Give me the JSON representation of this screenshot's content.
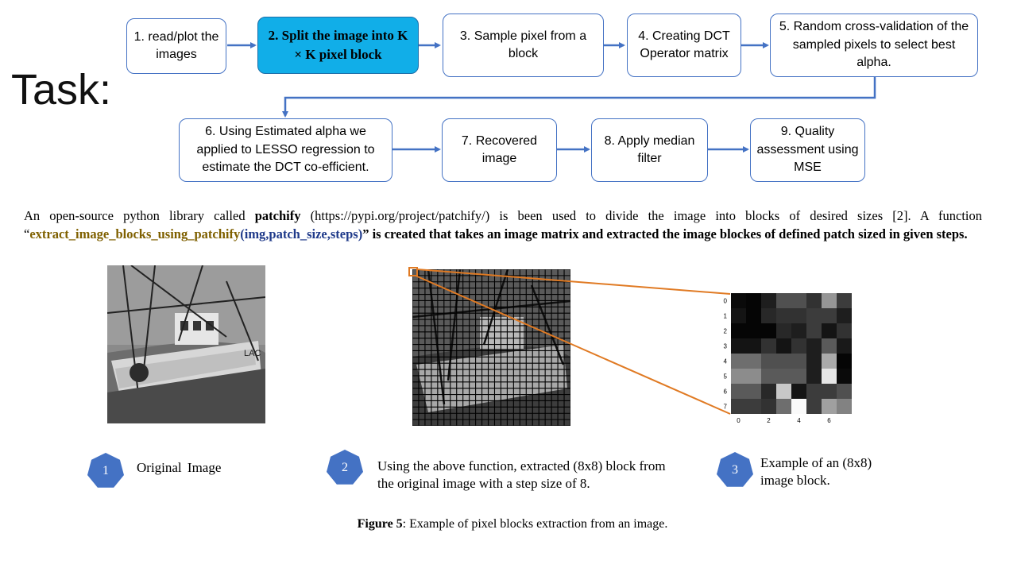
{
  "title": "Task:",
  "steps": [
    {
      "label": "1. read/plot the images"
    },
    {
      "label": "2. Split the image into K × K  pixel block"
    },
    {
      "label": "3. Sample pixel from a block"
    },
    {
      "label": "4. Creating DCT Operator matrix"
    },
    {
      "label": "5. Random cross-validation of the sampled pixels to select best alpha."
    },
    {
      "label": "6. Using Estimated alpha we applied to LESSO regression to estimate the DCT co-efficient."
    },
    {
      "label": "7. Recovered image"
    },
    {
      "label": "8. Apply median filter"
    },
    {
      "label": "9. Quality assessment using MSE"
    }
  ],
  "paragraph": {
    "part1": "An open-source python library called ",
    "library": "patchify",
    "part2": " (https://pypi.org/project/patchify/) is been used to divide the image into blocks of desired sizes [2]. A function “",
    "function_name": "extract_image_blocks_using_patchify",
    "function_args": "(img,patch_size,steps)",
    "part3": "” is created that takes an image matrix and extracted the image blockes of defined patch sized in given steps."
  },
  "panels": [
    {
      "number": "1",
      "caption": "Original Image"
    },
    {
      "number": "2",
      "caption": "Using the above function, extracted (8x8) block from the original image with a step size of 8."
    },
    {
      "number": "3",
      "caption": "Example of an (8x8) image block."
    }
  ],
  "block_chart": {
    "y_ticks": [
      "0",
      "1",
      "2",
      "3",
      "4",
      "5",
      "6",
      "7"
    ],
    "x_ticks": [
      "0",
      "2",
      "4",
      "6"
    ],
    "pixels": [
      [
        10,
        5,
        30,
        80,
        80,
        50,
        150,
        60
      ],
      [
        20,
        5,
        40,
        50,
        50,
        60,
        60,
        30
      ],
      [
        5,
        5,
        5,
        40,
        30,
        60,
        20,
        50
      ],
      [
        20,
        20,
        50,
        20,
        50,
        30,
        90,
        25
      ],
      [
        110,
        110,
        80,
        80,
        80,
        30,
        170,
        5
      ],
      [
        140,
        140,
        90,
        90,
        90,
        30,
        230,
        10
      ],
      [
        90,
        90,
        40,
        200,
        20,
        60,
        60,
        80
      ],
      [
        60,
        60,
        50,
        110,
        250,
        60,
        160,
        130
      ]
    ]
  },
  "figure_caption": {
    "label": "Figure 5",
    "text": ": Example of pixel blocks extraction from an image."
  },
  "colors": {
    "box_border": "#4472c4",
    "highlight_fill": "#11aee8",
    "arrow": "#4472c4",
    "zoom_lines": "#e07a23"
  }
}
